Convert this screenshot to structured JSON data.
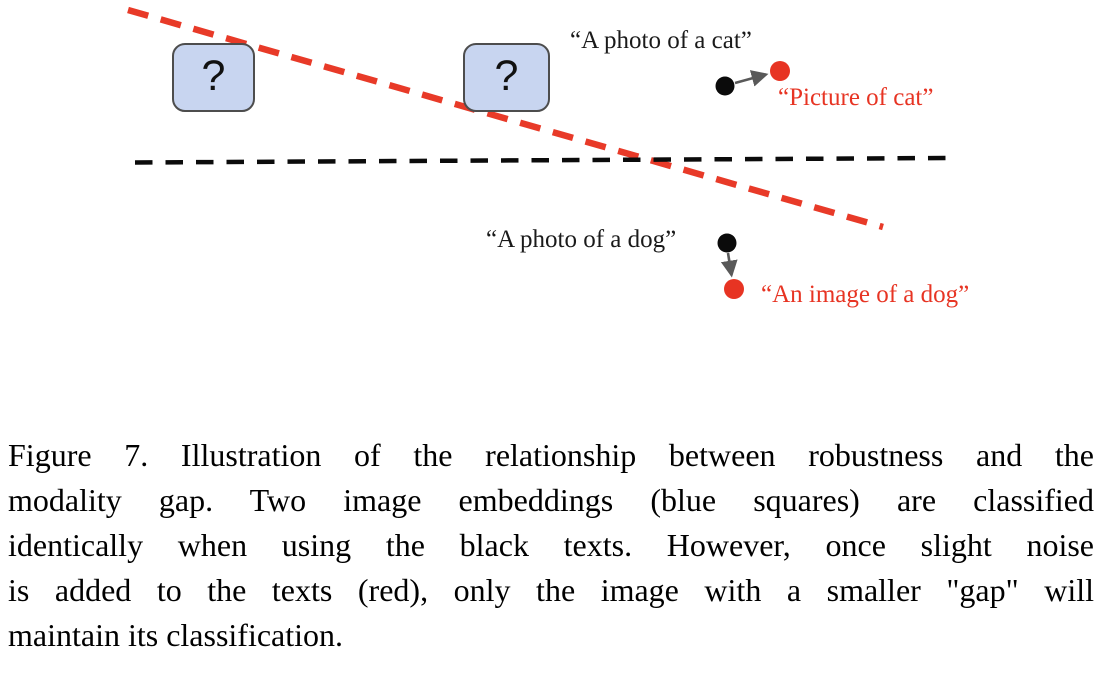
{
  "figure": {
    "colors": {
      "red_accent": "#e73423",
      "box_fill": "#c8d5f0",
      "box_border": "#4d4d4d",
      "arrow_gray": "#595959",
      "black": "#0b0b0b"
    },
    "diagram": {
      "question_mark": "?",
      "labels": {
        "cat_black": "“A photo of a cat”",
        "cat_red": "“Picture of cat”",
        "dog_black": "“A photo of a dog”",
        "dog_red": "“An image of a dog”"
      }
    },
    "caption": {
      "lines": [
        "Figure 7. Illustration of the relationship between robustness and the",
        "modality gap. Two image embeddings (blue squares) are classified",
        "identically when using the black texts. However, once slight noise",
        "is added to the texts (red), only the image with a smaller \"gap\" will",
        "maintain its classification."
      ]
    }
  }
}
